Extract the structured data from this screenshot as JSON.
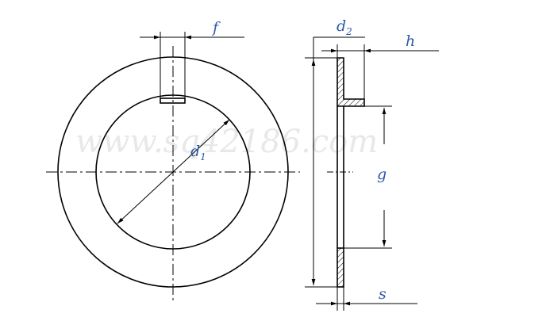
{
  "colors": {
    "line": "#000000",
    "label": "#2e5aa8",
    "watermark": "#e8e8e8",
    "hatch": "#000000"
  },
  "watermark": {
    "text": "www.sq42186.com"
  },
  "labels": {
    "f": {
      "main": "f"
    },
    "d1": {
      "main": "d",
      "sub": "1"
    },
    "d2": {
      "main": "d",
      "sub": "2"
    },
    "h": {
      "main": "h"
    },
    "g": {
      "main": "g"
    },
    "s": {
      "main": "s"
    }
  }
}
